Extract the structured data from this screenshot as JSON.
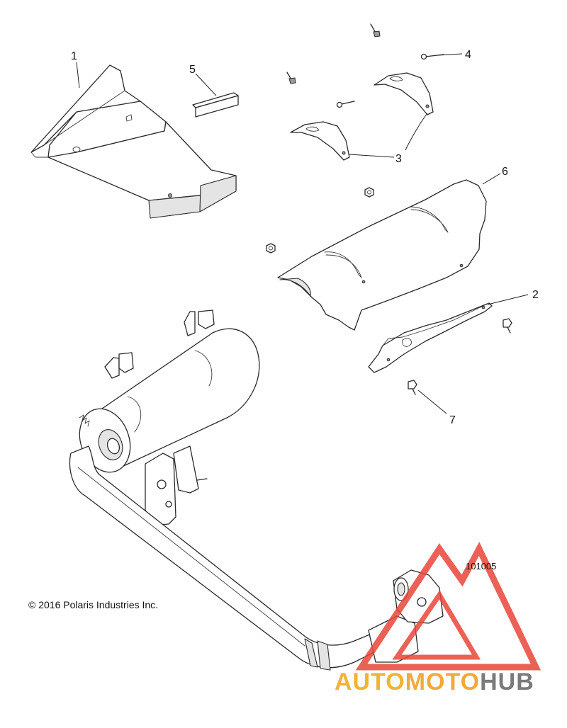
{
  "callouts": [
    "1",
    "2",
    "3",
    "3",
    "4",
    "5",
    "6",
    "7"
  ],
  "copyright": "© 2016 Polaris Industries Inc.",
  "figure_number": "101005",
  "watermark": {
    "text_parts": [
      "AUTO",
      "MOTO",
      "HUB"
    ],
    "colors": {
      "auto": "#f2b233",
      "moto": "#f2a93b",
      "hub": "#7a7a7a",
      "triangle": "#e8463a"
    }
  }
}
